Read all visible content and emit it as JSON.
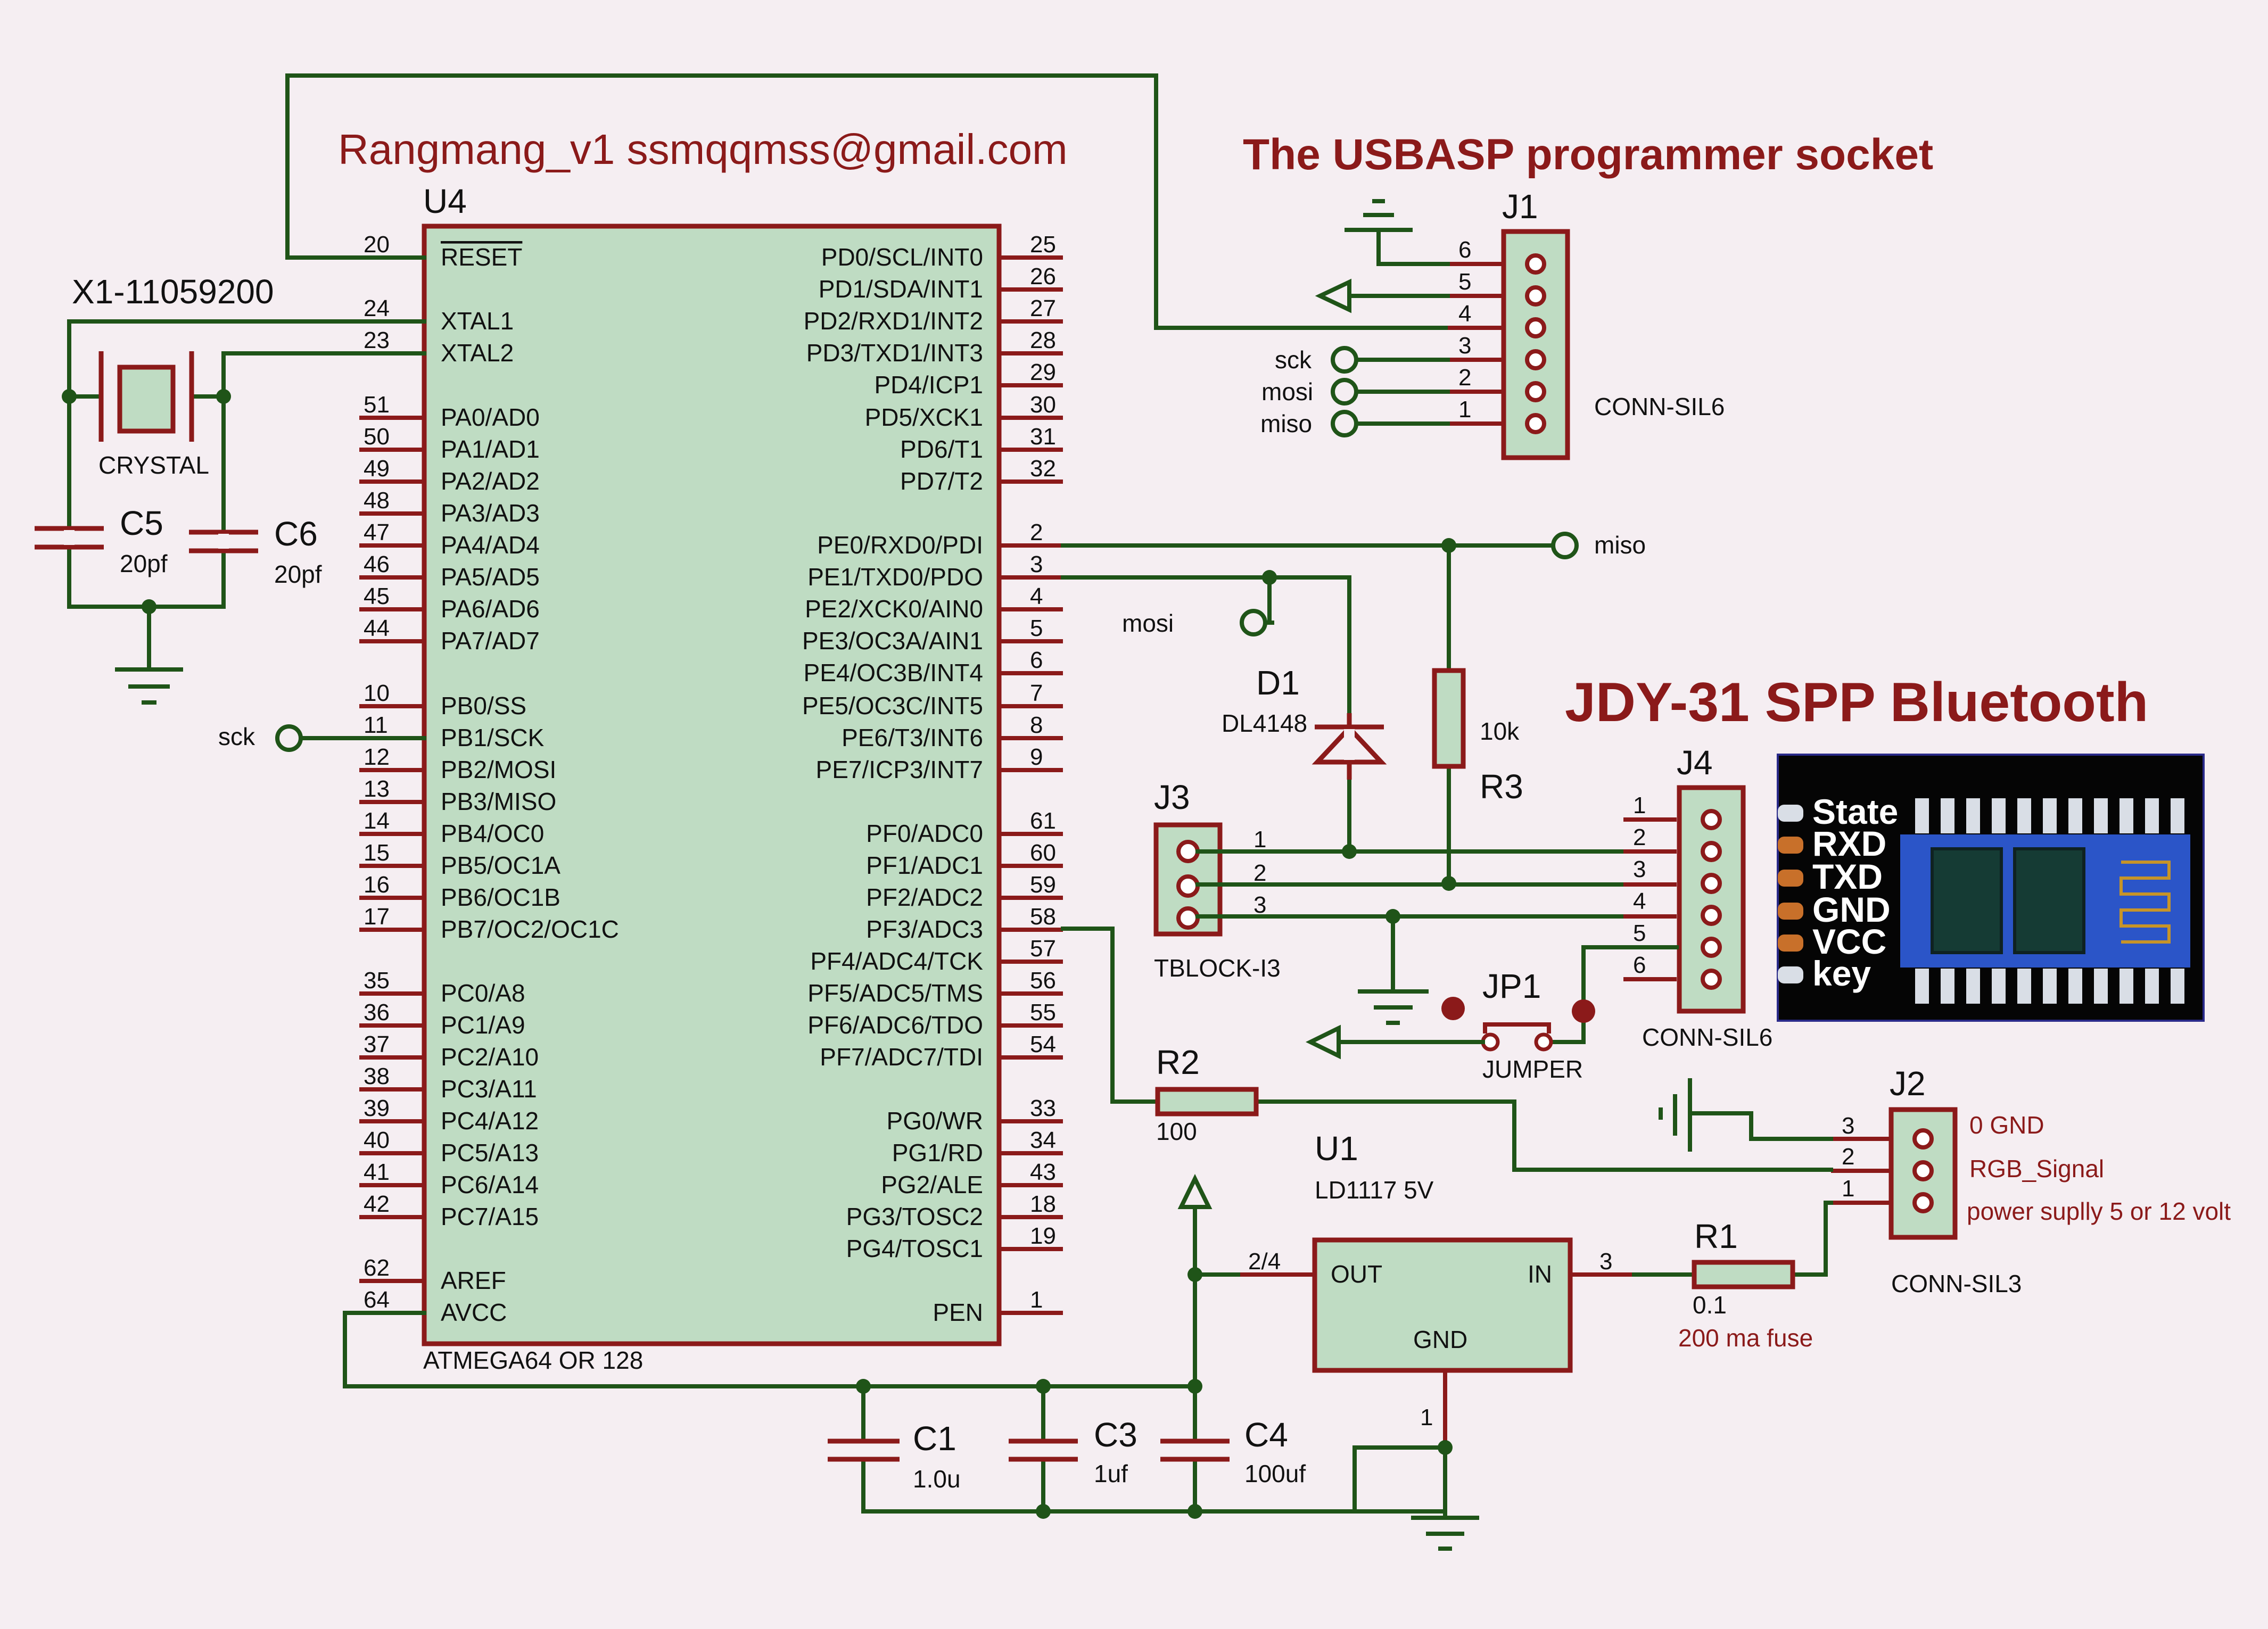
{
  "header": {
    "author_line": "Rangmang_v1  ssmqqmss@gmail.com"
  },
  "u4": {
    "ref": "U4",
    "part": "ATMEGA64  OR 128",
    "left_pins": [
      {
        "num": "20",
        "name": "RESET",
        "over": true
      },
      {
        "num": "24",
        "name": "XTAL1"
      },
      {
        "num": "23",
        "name": "XTAL2"
      },
      {
        "num": "51",
        "name": "PA0/AD0"
      },
      {
        "num": "50",
        "name": "PA1/AD1"
      },
      {
        "num": "49",
        "name": "PA2/AD2"
      },
      {
        "num": "48",
        "name": "PA3/AD3"
      },
      {
        "num": "47",
        "name": "PA4/AD4"
      },
      {
        "num": "46",
        "name": "PA5/AD5"
      },
      {
        "num": "45",
        "name": "PA6/AD6"
      },
      {
        "num": "44",
        "name": "PA7/AD7"
      },
      {
        "num": "10",
        "name": "PB0/SS"
      },
      {
        "num": "11",
        "name": "PB1/SCK"
      },
      {
        "num": "12",
        "name": "PB2/MOSI"
      },
      {
        "num": "13",
        "name": "PB3/MISO"
      },
      {
        "num": "14",
        "name": "PB4/OC0"
      },
      {
        "num": "15",
        "name": "PB5/OC1A"
      },
      {
        "num": "16",
        "name": "PB6/OC1B"
      },
      {
        "num": "17",
        "name": "PB7/OC2/OC1C"
      },
      {
        "num": "35",
        "name": "PC0/A8"
      },
      {
        "num": "36",
        "name": "PC1/A9"
      },
      {
        "num": "37",
        "name": "PC2/A10"
      },
      {
        "num": "38",
        "name": "PC3/A11"
      },
      {
        "num": "39",
        "name": "PC4/A12"
      },
      {
        "num": "40",
        "name": "PC5/A13"
      },
      {
        "num": "41",
        "name": "PC6/A14"
      },
      {
        "num": "42",
        "name": "PC7/A15"
      },
      {
        "num": "62",
        "name": "AREF"
      },
      {
        "num": "64",
        "name": "AVCC"
      }
    ],
    "right_pins": [
      {
        "num": "25",
        "name": "PD0/SCL/INT0"
      },
      {
        "num": "26",
        "name": "PD1/SDA/INT1"
      },
      {
        "num": "27",
        "name": "PD2/RXD1/INT2"
      },
      {
        "num": "28",
        "name": "PD3/TXD1/INT3"
      },
      {
        "num": "29",
        "name": "PD4/ICP1"
      },
      {
        "num": "30",
        "name": "PD5/XCK1"
      },
      {
        "num": "31",
        "name": "PD6/T1"
      },
      {
        "num": "32",
        "name": "PD7/T2"
      },
      {
        "num": "2",
        "name": "PE0/RXD0/PDI"
      },
      {
        "num": "3",
        "name": "PE1/TXD0/PDO"
      },
      {
        "num": "4",
        "name": "PE2/XCK0/AIN0"
      },
      {
        "num": "5",
        "name": "PE3/OC3A/AIN1"
      },
      {
        "num": "6",
        "name": "PE4/OC3B/INT4"
      },
      {
        "num": "7",
        "name": "PE5/OC3C/INT5"
      },
      {
        "num": "8",
        "name": "PE6/T3/INT6"
      },
      {
        "num": "9",
        "name": "PE7/ICP3/INT7"
      },
      {
        "num": "61",
        "name": "PF0/ADC0"
      },
      {
        "num": "60",
        "name": "PF1/ADC1"
      },
      {
        "num": "59",
        "name": "PF2/ADC2"
      },
      {
        "num": "58",
        "name": "PF3/ADC3"
      },
      {
        "num": "57",
        "name": "PF4/ADC4/TCK"
      },
      {
        "num": "56",
        "name": "PF5/ADC5/TMS"
      },
      {
        "num": "55",
        "name": "PF6/ADC6/TDO"
      },
      {
        "num": "54",
        "name": "PF7/ADC7/TDI"
      },
      {
        "num": "33",
        "name": "PG0/WR"
      },
      {
        "num": "34",
        "name": "PG1/RD"
      },
      {
        "num": "43",
        "name": "PG2/ALE"
      },
      {
        "num": "18",
        "name": "PG3/TOSC2"
      },
      {
        "num": "19",
        "name": "PG4/TOSC1"
      },
      {
        "num": "1",
        "name": "PEN"
      }
    ]
  },
  "crystal": {
    "ref": "X1-11059200",
    "part": "CRYSTAL"
  },
  "c5": {
    "ref": "C5",
    "value": "20pf"
  },
  "c6": {
    "ref": "C6",
    "value": "20pf"
  },
  "usbasp": {
    "title": "The USBASP programmer socket",
    "ref": "J1",
    "part": "CONN-SIL6",
    "pins": [
      "6",
      "5",
      "4",
      "3",
      "2",
      "1"
    ],
    "signals": [
      "sck",
      "mosi",
      "miso"
    ]
  },
  "nets": {
    "miso": "miso",
    "mosi": "mosi",
    "sck": "sck"
  },
  "d1": {
    "ref": "D1",
    "part": "DL4148"
  },
  "r3": {
    "ref": "R3",
    "value": "10k"
  },
  "j3": {
    "ref": "J3",
    "part": "TBLOCK-I3",
    "pins": [
      "1",
      "2",
      "3"
    ]
  },
  "bluetooth": {
    "title": "JDY-31 SPP Bluetooth",
    "pins": [
      "State",
      "RXD",
      "TXD",
      "GND",
      "VCC",
      "key"
    ]
  },
  "j4": {
    "ref": "J4",
    "part": "CONN-SIL6",
    "pins": [
      "1",
      "2",
      "3",
      "4",
      "5",
      "6"
    ]
  },
  "jp1": {
    "ref": "JP1",
    "part": "JUMPER"
  },
  "r2": {
    "ref": "R2",
    "value": "100"
  },
  "j2": {
    "ref": "J2",
    "part": "CONN-SIL3",
    "pins": [
      "3",
      "2",
      "1"
    ],
    "notes": [
      "0  GND",
      "RGB_Signal",
      "power suplly 5 or 12 volt"
    ]
  },
  "u1": {
    "ref": "U1",
    "part": "LD1117 5V",
    "out": "OUT",
    "in": "IN",
    "gnd": "GND",
    "pin_out": "2/4",
    "pin_in": "3",
    "pin_gnd": "1"
  },
  "r1": {
    "ref": "R1",
    "value": "0.1",
    "note": "200 ma fuse"
  },
  "c1": {
    "ref": "C1",
    "value": "1.0u"
  },
  "c3": {
    "ref": "C3",
    "value": "1uf"
  },
  "c4": {
    "ref": "C4",
    "value": "100uf"
  }
}
